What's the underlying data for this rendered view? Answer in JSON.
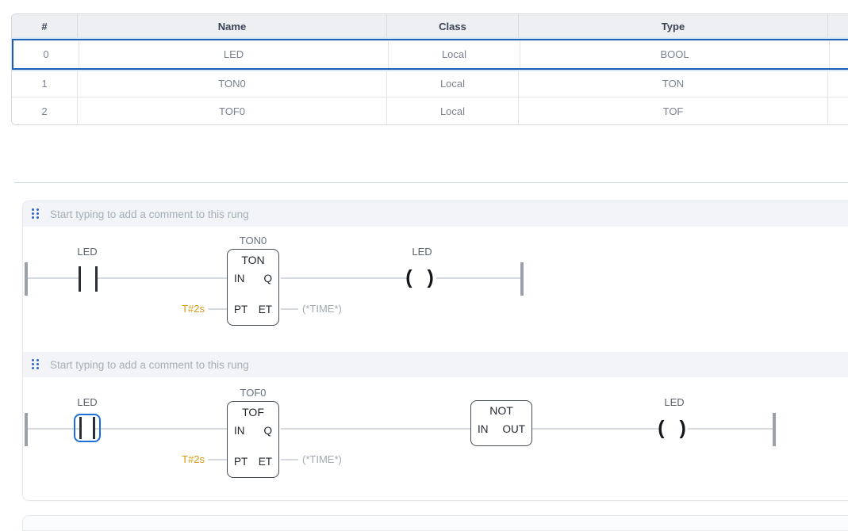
{
  "colors": {
    "selection_blue": "#1c61b4",
    "contact_selection_blue": "#1a70d6",
    "handle_blue": "#2d63c8",
    "time_literal_amber": "#d79b16"
  },
  "table": {
    "headers": {
      "num": "#",
      "name": "Name",
      "var_class": "Class",
      "type": "Type"
    },
    "rows": [
      {
        "num": "0",
        "name": "LED",
        "var_class": "Local",
        "type": "BOOL"
      },
      {
        "num": "1",
        "name": "TON0",
        "var_class": "Local",
        "type": "TON"
      },
      {
        "num": "2",
        "name": "TOF0",
        "var_class": "Local",
        "type": "TOF"
      }
    ]
  },
  "editor": {
    "comment_placeholder": "Start typing to add a comment to this rung",
    "rung1": {
      "contact_label": "LED",
      "block_instance": "TON0",
      "block_title": "TON",
      "pin_in": "IN",
      "pin_q": "Q",
      "pin_pt": "PT",
      "pin_et": "ET",
      "pt_value": "T#2s",
      "et_comment": "(*TIME*)",
      "coil_label": "LED",
      "coil_symbol": "( )"
    },
    "rung2": {
      "contact_label": "LED",
      "block_instance": "TOF0",
      "block_title": "TOF",
      "pin_in": "IN",
      "pin_q": "Q",
      "pin_pt": "PT",
      "pin_et": "ET",
      "pt_value": "T#2s",
      "et_comment": "(*TIME*)",
      "not_title": "NOT",
      "not_in": "IN",
      "not_out": "OUT",
      "coil_label": "LED",
      "coil_symbol": "( )"
    }
  }
}
